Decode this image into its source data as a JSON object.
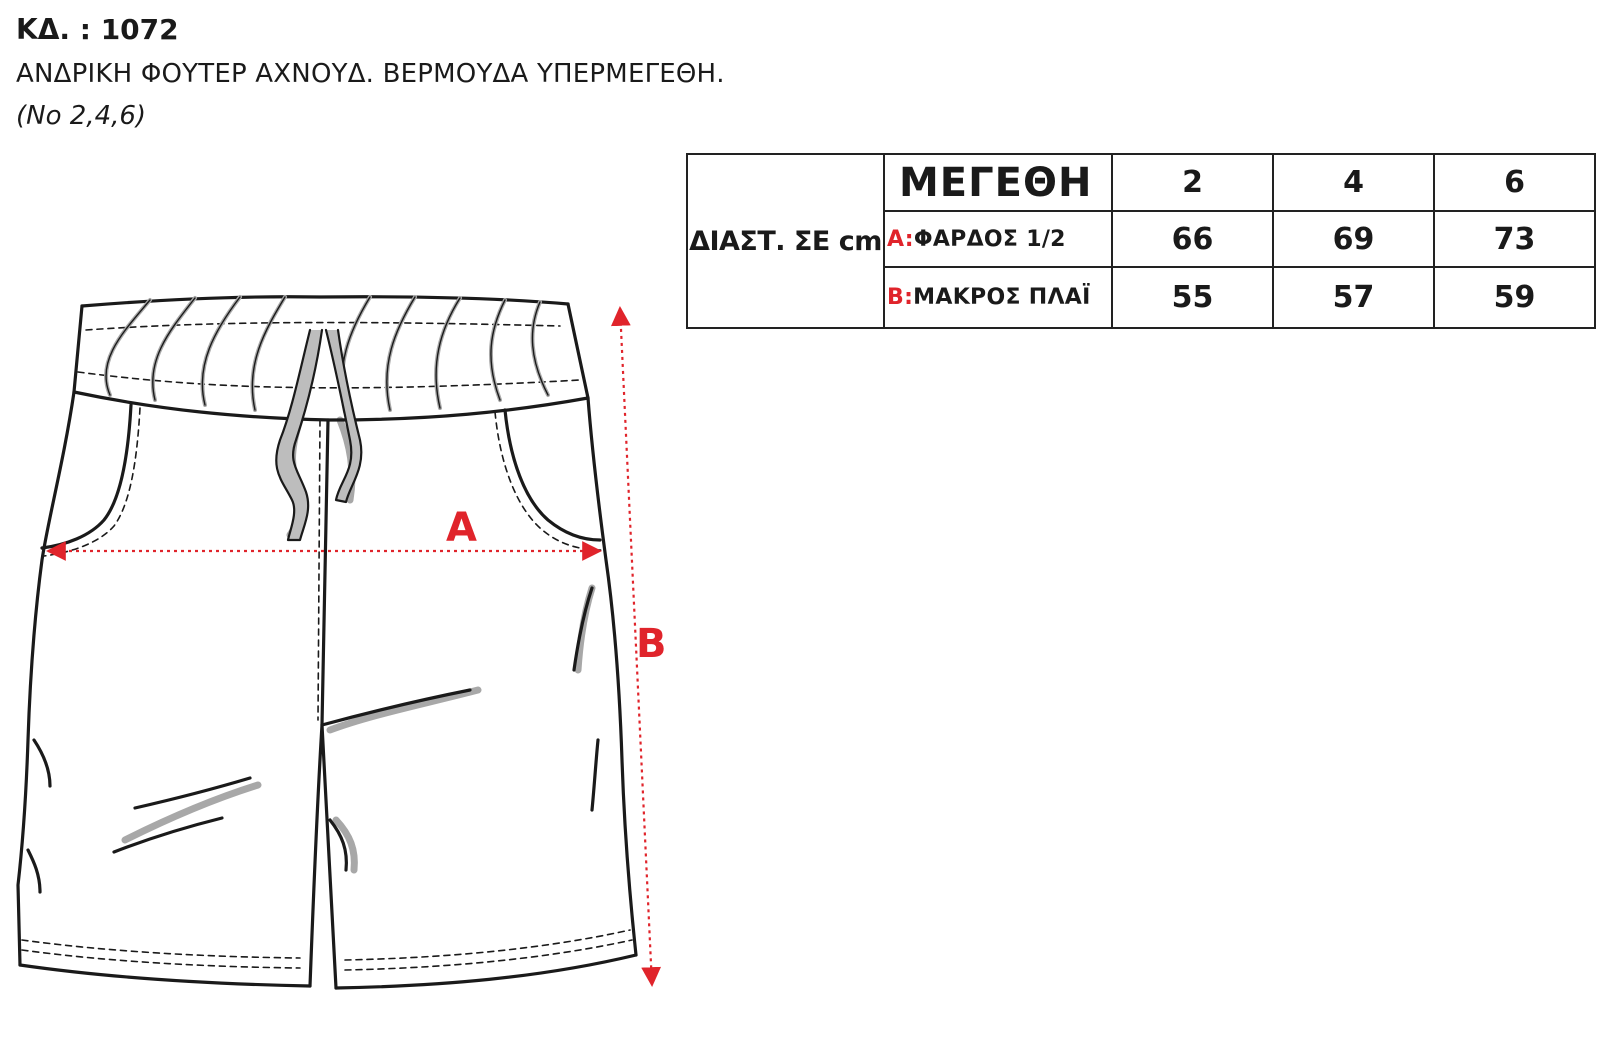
{
  "header": {
    "code": "ΚΔ. : 1072",
    "description": "ΑΝΔΡΙΚΗ  ΦΟΥΤΕΡ ΑΧΝΟΥΔ. ΒΕΡΜΟΥΔΑ ΥΠΕΡΜΕΓΕΘΗ.",
    "sizes_note": "(Νο 2,4,6)"
  },
  "size_table": {
    "dimensions_label": "ΔΙΑΣΤ. ΣΕ cm",
    "size_heading": "ΜΕΓΕΘΗ",
    "sizes": [
      "2",
      "4",
      "6"
    ],
    "rows": [
      {
        "code": "A:",
        "label": "ΦΑΡΔΟΣ 1/2",
        "values": [
          "66",
          "69",
          "73"
        ]
      },
      {
        "code": "B:",
        "label": "ΜΑΚΡΟΣ ΠΛΑΪ",
        "values": [
          "55",
          "57",
          "59"
        ]
      }
    ]
  },
  "sketch": {
    "measure_a_label": "A",
    "measure_b_label": "B",
    "colors": {
      "outline": "#1a1a1a",
      "shadow": "#a8a8a8",
      "measure": "#e0242b"
    }
  }
}
